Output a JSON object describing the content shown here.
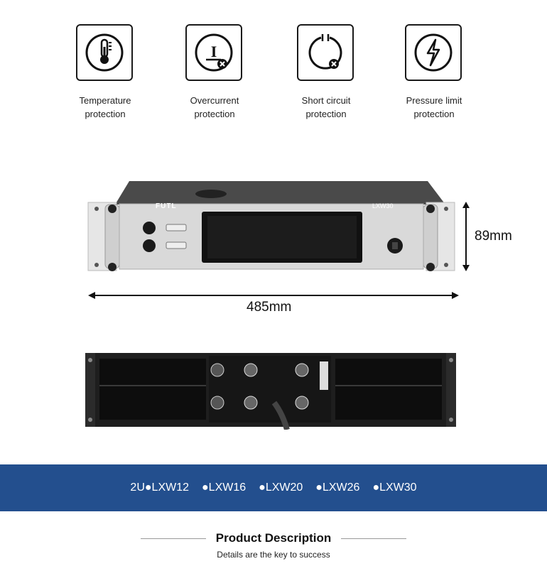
{
  "features": [
    {
      "icon": "thermometer-icon",
      "line1": "Temperature",
      "line2": "protection"
    },
    {
      "icon": "overcurrent-icon",
      "line1": "Overcurrent",
      "line2": "protection"
    },
    {
      "icon": "short-circuit-icon",
      "line1": "Short circuit",
      "line2": "protection"
    },
    {
      "icon": "lightning-icon",
      "line1": "Pressure limit",
      "line2": "protection"
    }
  ],
  "device": {
    "brand": "FUTL",
    "model": "LXW30",
    "height_label": "89mm",
    "width_label": "485mm"
  },
  "banner": {
    "models": [
      "2U●LXW12",
      "●LXW16",
      "●LXW20",
      "●LXW26",
      "●LXW30"
    ],
    "color": "#234f8e"
  },
  "description": {
    "title": "Product Description",
    "subtitle": "Details are the key to success"
  }
}
